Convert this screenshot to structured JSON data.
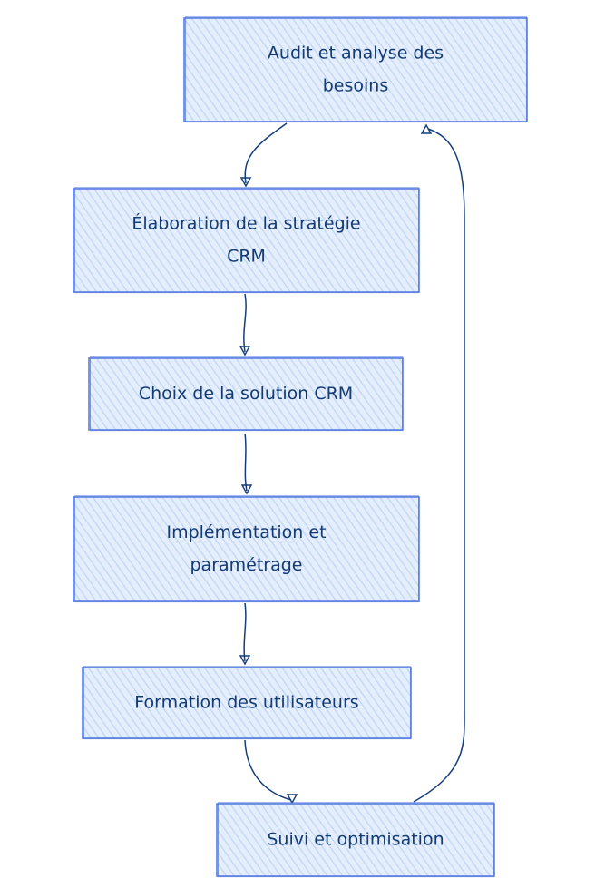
{
  "colors": {
    "box_fill": "#dbe8fb",
    "box_stroke": "#5a7fe0",
    "text": "#123a73",
    "edge": "#143d7a"
  },
  "steps": [
    {
      "id": "audit",
      "label_lines": [
        "Audit et analyse des",
        "besoins"
      ]
    },
    {
      "id": "strategie",
      "label_lines": [
        "Élaboration de la stratégie",
        "CRM"
      ]
    },
    {
      "id": "choix",
      "label_lines": [
        "Choix de la solution CRM"
      ]
    },
    {
      "id": "implementation",
      "label_lines": [
        "Implémentation et",
        "paramétrage"
      ]
    },
    {
      "id": "formation",
      "label_lines": [
        "Formation des utilisateurs"
      ]
    },
    {
      "id": "suivi",
      "label_lines": [
        "Suivi et optimisation"
      ]
    }
  ],
  "edges": [
    {
      "from": "audit",
      "to": "strategie"
    },
    {
      "from": "strategie",
      "to": "choix"
    },
    {
      "from": "choix",
      "to": "implementation"
    },
    {
      "from": "implementation",
      "to": "formation"
    },
    {
      "from": "formation",
      "to": "suivi"
    },
    {
      "from": "suivi",
      "to": "audit"
    }
  ]
}
